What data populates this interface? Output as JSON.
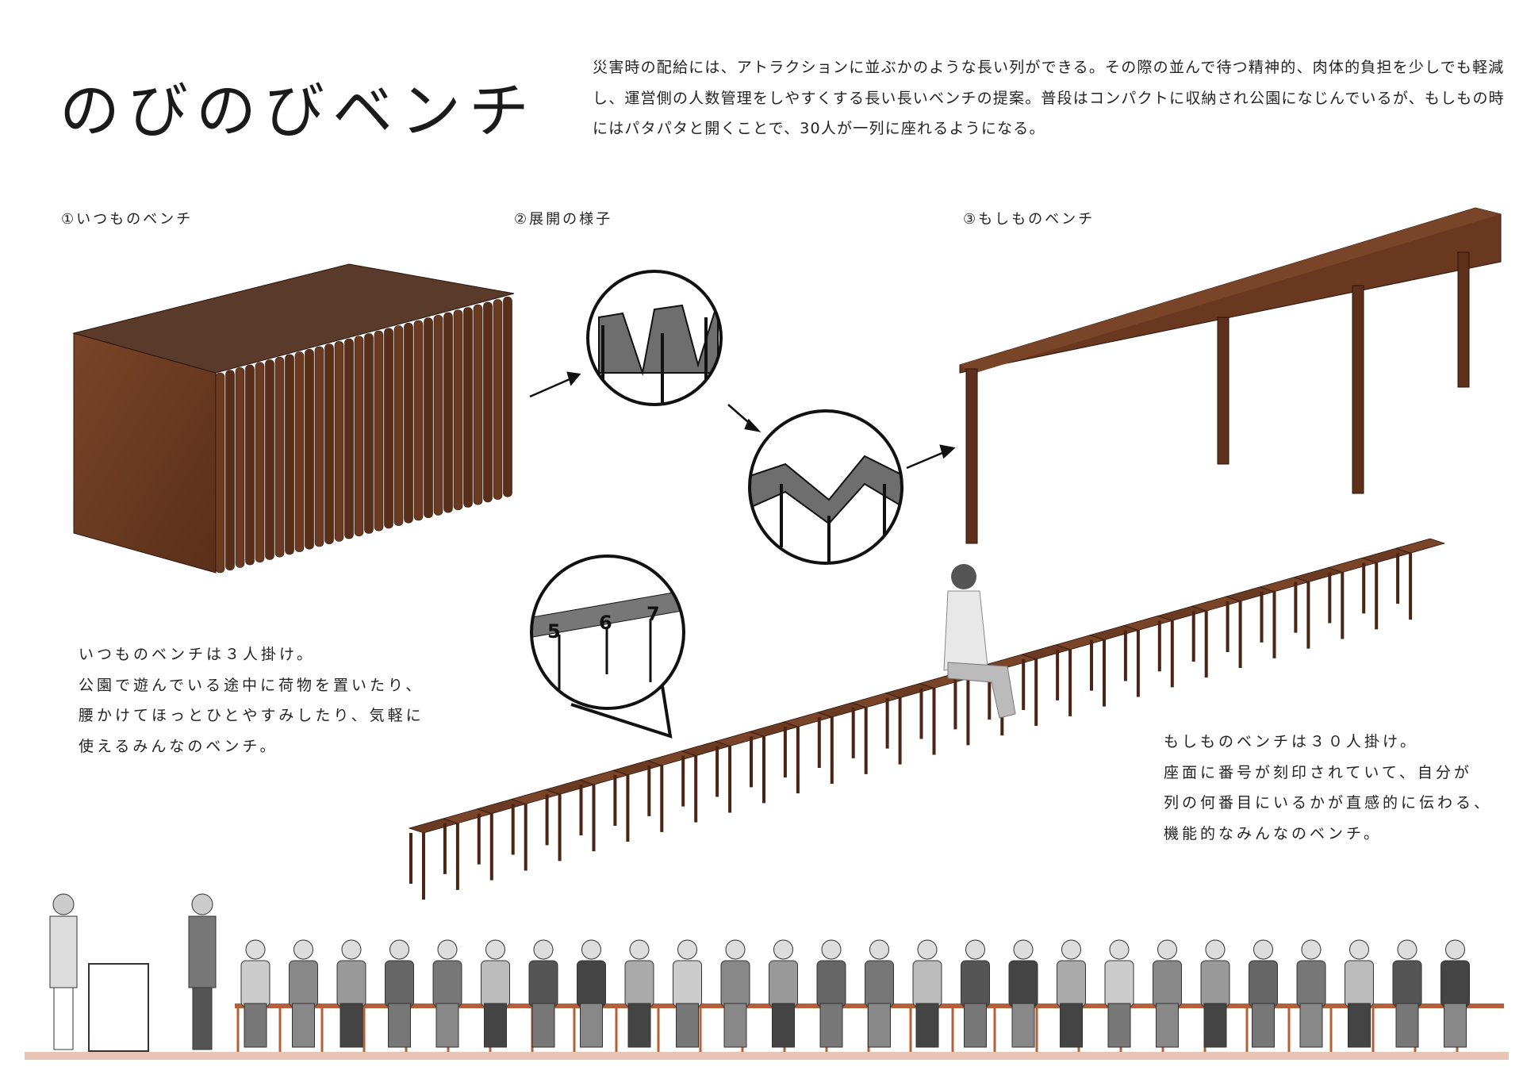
{
  "title": "のびのびベンチ",
  "intro": "災害時の配給には、アトラクションに並ぶかのような長い列ができる。その際の並んで待つ精神的、肉体的負担を少しでも軽減し、運営側の人数管理をしやすくする長い長いベンチの提案。普段はコンパクトに収納され公園になじんでいるが、もしもの時にはパタパタと開くことで、30人が一列に座れるようになる。",
  "sections": {
    "normal": "①いつものベンチ",
    "unfold": "②展開の様子",
    "emergency": "③もしものベンチ"
  },
  "normal_desc": [
    "いつものベンチは３人掛け。",
    "公園で遊んでいる途中に荷物を置いたり、",
    "腰かけてほっとひとやすみしたり、気軽に",
    "使えるみんなのベンチ。"
  ],
  "emergency_desc": [
    "もしものベンチは３０人掛け。",
    "座面に番号が刻印されていて、自分が",
    "列の何番目にいるかが直感的に伝わる、",
    "機能的なみんなのベンチ。"
  ],
  "seat_numbers": [
    "5",
    "6",
    "7"
  ],
  "colors": {
    "wood": "#6b3a22",
    "wood_light": "#8a4d2c",
    "ground": "#e8c4b4",
    "panel": "#6e6e6e"
  }
}
